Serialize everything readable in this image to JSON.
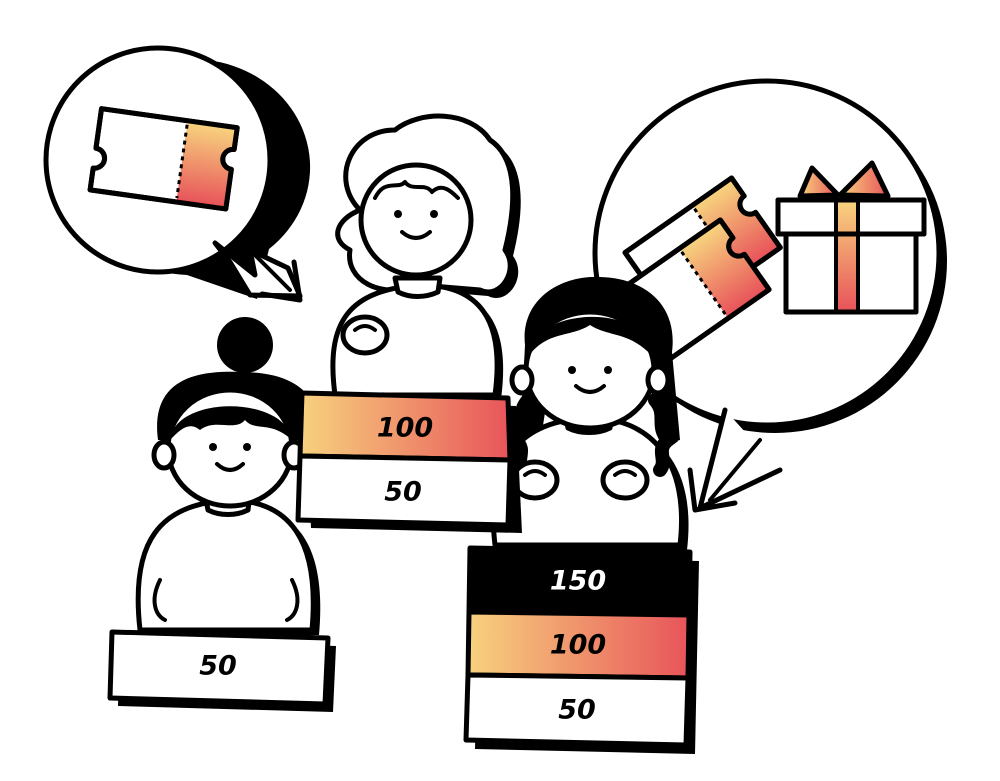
{
  "colors": {
    "ink": "#000000",
    "paper": "#ffffff",
    "gradient_start": "#f7d27e",
    "gradient_end": "#e8545a"
  },
  "icons": [
    "ticket-icon",
    "gift-icon",
    "arrow-icon"
  ],
  "left_child": {
    "blocks": [
      {
        "label": "50",
        "style": "white"
      }
    ]
  },
  "middle_child": {
    "blocks": [
      {
        "label": "100",
        "style": "gradient"
      },
      {
        "label": "50",
        "style": "white"
      }
    ]
  },
  "right_child": {
    "blocks": [
      {
        "label": "150",
        "style": "black"
      },
      {
        "label": "100",
        "style": "gradient"
      },
      {
        "label": "50",
        "style": "white"
      }
    ]
  }
}
